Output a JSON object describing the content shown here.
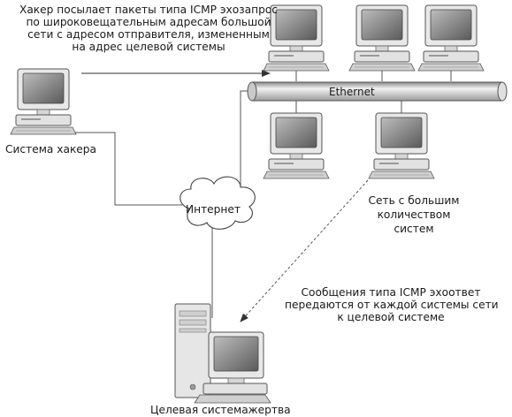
{
  "diagram": {
    "attacker_note": [
      "Хакер посылает пакеты типа ICMP эхозапрос",
      "по широковещательным адресам большой",
      "сети с адресом отправителя, измененным",
      "на адрес целевой системы"
    ],
    "hacker_system_label": "Система хакера",
    "ethernet_label": "Ethernet",
    "internet_label": "Интернет",
    "network_label": [
      "Сеть с большим",
      "количеством",
      "систем"
    ],
    "reply_note": [
      "Сообщения типа ICMP эхоответ",
      "передаются от каждой системы сети",
      "к целевой системе"
    ],
    "victim_label": "Целевая системажертва"
  }
}
